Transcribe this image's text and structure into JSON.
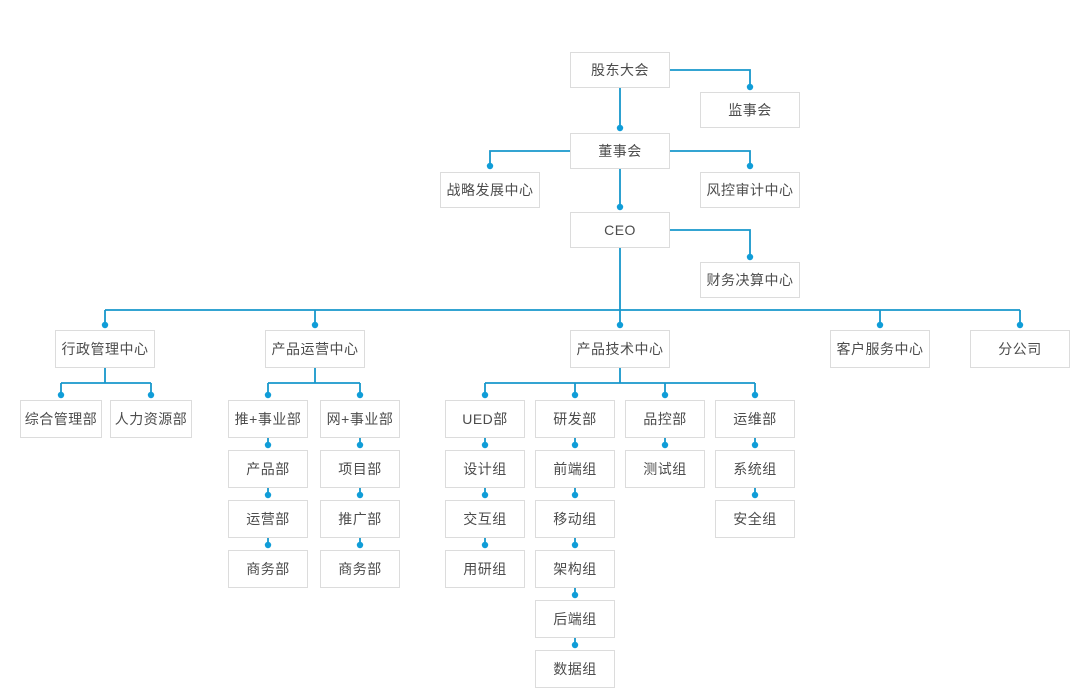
{
  "chart": {
    "type": "org-chart",
    "title": "",
    "root": "股东大会"
  },
  "colors": {
    "line": "#1797cb",
    "dot": "#109dd8",
    "box_border": "#dcdcdc",
    "box_bg": "#ffffff",
    "text": "#4c4c4c"
  },
  "nodes": {
    "shareholders": {
      "label": "股东大会",
      "children": [
        "board",
        "supervisory"
      ]
    },
    "supervisory": {
      "label": "监事会",
      "children": []
    },
    "board": {
      "label": "董事会",
      "children": [
        "strategy_center",
        "ceo",
        "risk_audit_center"
      ]
    },
    "strategy_center": {
      "label": "战略发展中心",
      "children": []
    },
    "risk_audit_center": {
      "label": "风控审计中心",
      "children": []
    },
    "ceo": {
      "label": "CEO",
      "children": [
        "finance_center",
        "admin_center",
        "ops_center",
        "tech_center",
        "service_center",
        "branch"
      ]
    },
    "finance_center": {
      "label": "财务决算中心",
      "children": []
    },
    "admin_center": {
      "label": "行政管理中心",
      "children": [
        "general_mgmt",
        "hr"
      ]
    },
    "ops_center": {
      "label": "产品运营中心",
      "children": [
        "tui_division",
        "wang_division"
      ]
    },
    "tech_center": {
      "label": "产品技术中心",
      "children": [
        "ued_dept",
        "rd_dept",
        "qc_dept",
        "devops_dept"
      ]
    },
    "service_center": {
      "label": "客户服务中心",
      "children": []
    },
    "branch": {
      "label": "分公司",
      "children": []
    },
    "general_mgmt": {
      "label": "综合管理部",
      "children": []
    },
    "hr": {
      "label": "人力资源部",
      "children": []
    },
    "tui_division": {
      "label": "推+事业部",
      "children": [
        "product_dept",
        "operation_dept",
        "business_dept_tui"
      ]
    },
    "wang_division": {
      "label": "网+事业部",
      "children": [
        "project_dept",
        "promotion_dept",
        "business_dept_wang"
      ]
    },
    "product_dept": {
      "label": "产品部",
      "children": []
    },
    "project_dept": {
      "label": "项目部",
      "children": []
    },
    "operation_dept": {
      "label": "运营部",
      "children": []
    },
    "promotion_dept": {
      "label": "推广部",
      "children": []
    },
    "business_dept_tui": {
      "label": "商务部",
      "children": []
    },
    "business_dept_wang": {
      "label": "商务部",
      "children": []
    },
    "ued_dept": {
      "label": "UED部",
      "children": [
        "design_group",
        "interaction_group",
        "research_group"
      ]
    },
    "rd_dept": {
      "label": "研发部",
      "children": [
        "frontend_group",
        "mobile_group",
        "architecture_group",
        "backend_group",
        "data_group"
      ]
    },
    "qc_dept": {
      "label": "品控部",
      "children": [
        "test_group"
      ]
    },
    "devops_dept": {
      "label": "运维部",
      "children": [
        "system_group",
        "security_group"
      ]
    },
    "design_group": {
      "label": "设计组",
      "children": []
    },
    "frontend_group": {
      "label": "前端组",
      "children": []
    },
    "test_group": {
      "label": "测试组",
      "children": []
    },
    "system_group": {
      "label": "系统组",
      "children": []
    },
    "interaction_group": {
      "label": "交互组",
      "children": []
    },
    "mobile_group": {
      "label": "移动组",
      "children": []
    },
    "security_group": {
      "label": "安全组",
      "children": []
    },
    "research_group": {
      "label": "用研组",
      "children": []
    },
    "architecture_group": {
      "label": "架构组",
      "children": []
    },
    "backend_group": {
      "label": "后端组",
      "children": []
    },
    "data_group": {
      "label": "数据组",
      "children": []
    }
  }
}
